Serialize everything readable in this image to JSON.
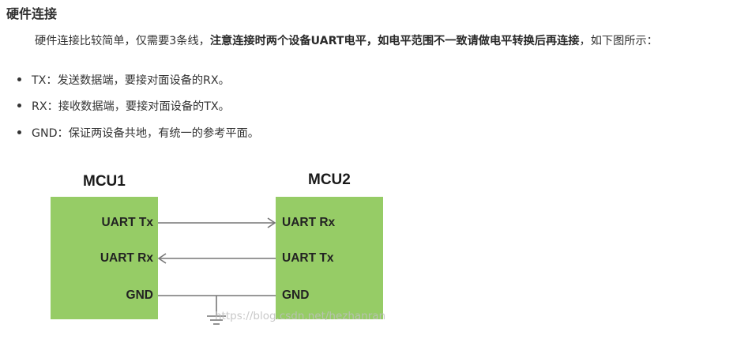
{
  "heading": "硬件连接",
  "paragraph": {
    "prefix": "硬件连接比较简单，仅需要3条线，",
    "bold": "注意连接时两个设备UART电平，如电平范围不一致请做电平转换后再连接",
    "suffix": "，如下图所示："
  },
  "bullets": [
    "TX：发送数据端，要接对面设备的RX。",
    "RX：接收数据端，要接对面设备的TX。",
    "GND：保证两设备共地，有统一的参考平面。"
  ],
  "diagram": {
    "mcu1": {
      "title": "MCU1",
      "pins": [
        "UART Tx",
        "UART Rx",
        "GND"
      ]
    },
    "mcu2": {
      "title": "MCU2",
      "pins": [
        "UART Rx",
        "UART Tx",
        "GND"
      ]
    },
    "colors": {
      "box": "#96cc66",
      "wire": "#777777"
    }
  },
  "watermark": "https://blog.csdn.net/hezhanran"
}
